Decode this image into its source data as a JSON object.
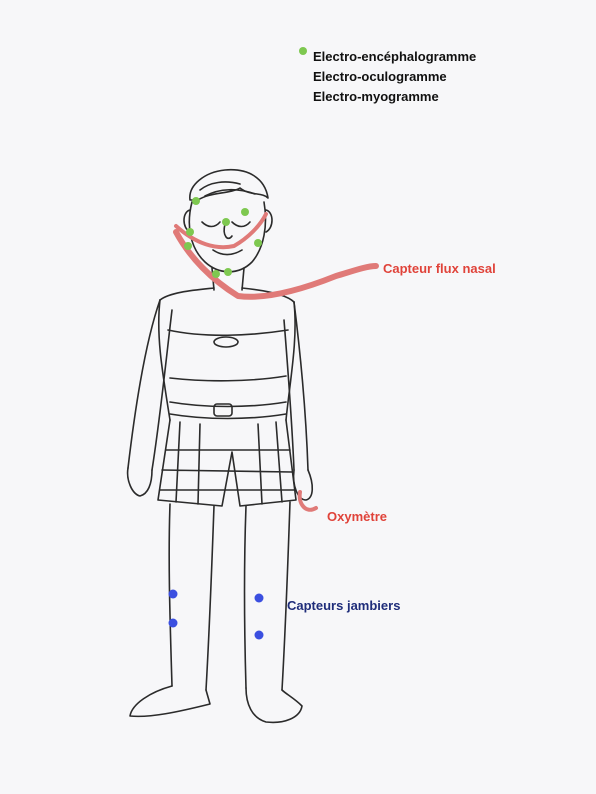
{
  "colors": {
    "ink": "#2b2b2b",
    "paper": "#f7f7f9",
    "electrode_green": "#7ec850",
    "sensor_red": "#e07a78",
    "label_red": "#e0433a",
    "leg_blue": "#3b4fe0",
    "label_navy": "#1f2d7a",
    "text_black": "#111111"
  },
  "legend": {
    "electrode_icon": "green-dot-icon",
    "lines": [
      "Electro-encéphalogramme",
      "Electro-oculogramme",
      "Electro-myogramme"
    ]
  },
  "sensors": {
    "nasal": "Capteur flux nasal",
    "oximeter": "Oxymètre",
    "legs": "Capteurs jambiers"
  }
}
